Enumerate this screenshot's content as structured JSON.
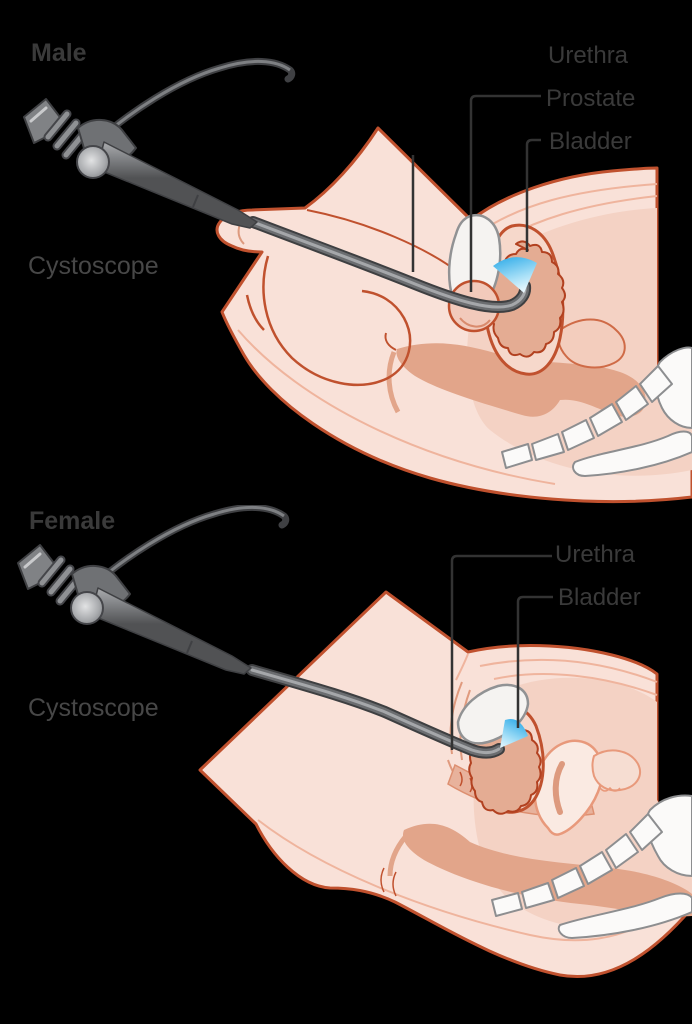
{
  "figure": {
    "background": "#000000",
    "male": {
      "title": "Male",
      "device_label": "Cystoscope",
      "anatomy_labels": {
        "urethra": "Urethra",
        "prostate": "Prostate",
        "bladder": "Bladder"
      }
    },
    "female": {
      "title": "Female",
      "device_label": "Cystoscope",
      "anatomy_labels": {
        "urethra": "Urethra",
        "bladder": "Bladder"
      }
    },
    "colors": {
      "label_text": "#3a3a3a",
      "leader_line": "#333333",
      "skin_light": "#f9e1d8",
      "skin_mid": "#f4d2c4",
      "outline_terracotta": "#c0512e",
      "organ_salmon": "#e2a58a",
      "bladder_fill": "#f6d8cb",
      "bladder_inner": "#e4ac93",
      "bladder_inner_outline": "#b24120",
      "bone_white": "#fbfaf9",
      "bone_outline": "#8d8e90",
      "scope_dark_gray": "#4a4b4e",
      "scope_light_gray": "#a5a7aa",
      "light_beam_blue": "#38b0e8"
    }
  }
}
